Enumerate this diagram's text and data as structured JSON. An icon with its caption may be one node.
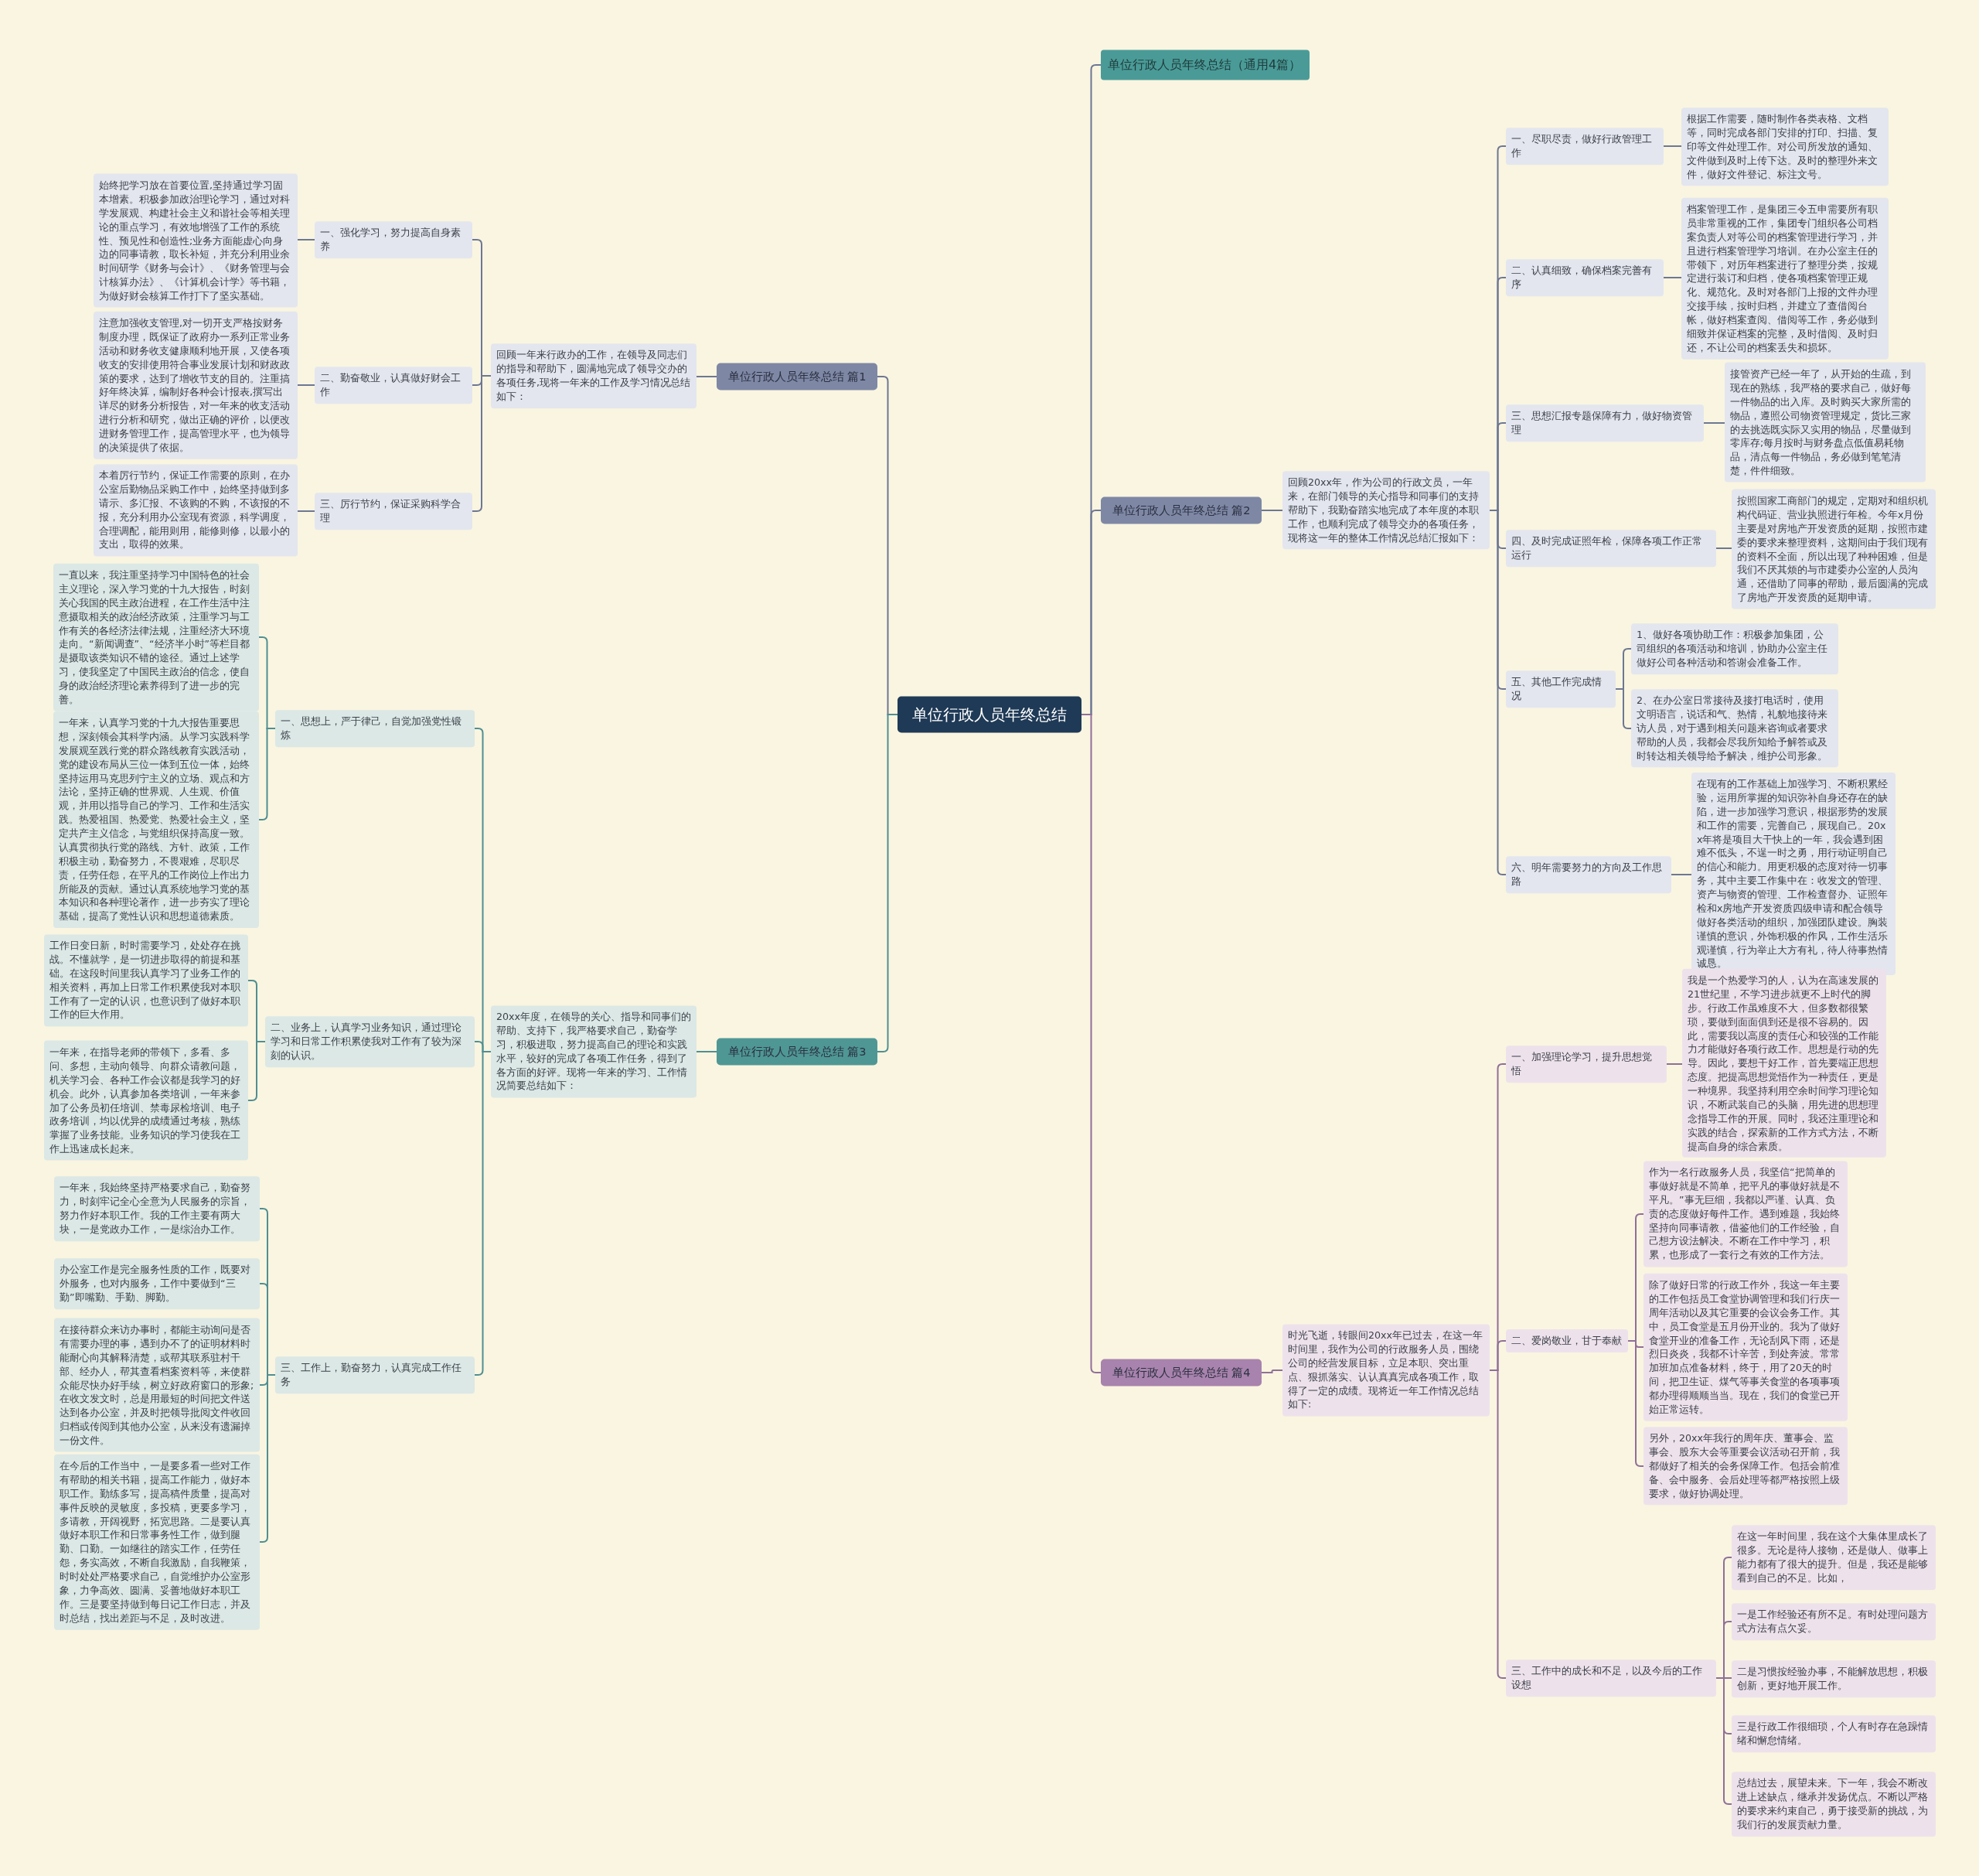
{
  "diagram": {
    "nodes": [
      {
        "text": [
          "单位行政人员年终总结"
        ]
      },
      {
        "text": [
          "单位行政人员年终总结（通用4篇）"
        ]
      },
      {
        "text": [
          "单位行政人员年终总结 篇1"
        ]
      },
      {
        "text": [
          "回顾一年来行政办的工作，在领导及同志们的指导和帮助下，圆满地完成了领导交办的各项任务,现将一年来的工作及学习情况总结如下："
        ]
      },
      {
        "text": [
          "一、强化学习，努力提高自身素养"
        ]
      },
      {
        "text": [
          "始终把学习放在首要位置,坚持通过学习固本增素。积极参加政治理论学习，通过对科学发展观、构建社会主义和谐社会等相关理论的重点学习，有效地增强了工作的系统性、预见性和创造性;业务方面能虚心向身边的同事请教，取长补短，并充分利用业余时间研学《财务与会计》、《财务管理与会计核算办法》、《计算机会计学》等书籍，为做好财会核算工作打下了坚实基础。"
        ]
      },
      {
        "text": [
          "二、勤奋敬业，认真做好财会工作"
        ]
      },
      {
        "text": [
          "注意加强收支管理,对一切开支严格按财务制度办理，既保证了政府办一系列正常业务活动和财务收支健康顺利地开展，又使各项收支的安排使用符合事业发展计划和财政政策的要求，达到了增收节支的目的。注重搞好年终决算，编制好各种会计报表,撰写出详尽的财务分析报告，对一年来的收支活动进行分析和研究，做出正确的评价，以便改进财务管理工作，提高管理水平，也为领导的决策提供了依据。"
        ]
      },
      {
        "text": [
          "三、厉行节约，保证采购科学合理"
        ]
      },
      {
        "text": [
          "本着厉行节约，保证工作需要的原则，在办公室后勤物品采购工作中，始终坚持做到多请示、多汇报、不该购的不购，不该报的不报，充分利用办公室现有资源，科学调度，合理调配，能用则用，能修则修，以最小的支出，取得的效果。"
        ]
      },
      {
        "text": [
          "单位行政人员年终总结 篇2"
        ]
      },
      {
        "text": [
          "回顾20xx年，作为公司的行政文员，一年来，在部门领导的关心指导和同事们的支持帮助下，我勤奋踏实地完成了本年度的本职工作，也顺利完成了领导交办的各项任务，现将这一年的整体工作情况总结汇报如下："
        ]
      },
      {
        "text": [
          "一、尽职尽责，做好行政管理工作"
        ]
      },
      {
        "text": [
          "根据工作需要，随时制作各类表格、文档等，同时完成各部门安排的打印、扫描、复印等文件处理工作。对公司所发放的通知、文件做到及时上传下达。及时的整理外来文件，做好文件登记、标注文号。"
        ]
      },
      {
        "text": [
          "二、认真细致，确保档案完善有序"
        ]
      },
      {
        "text": [
          "档案管理工作，是集团三令五申需要所有职员非常重视的工作，集团专门组织各公司档案负责人对等公司的档案管理进行学习，并且进行档案管理学习培训。在办公室主任的带领下，对历年档案进行了整理分类，按规定进行装订和归档，使各项档案管理正规化、规范化。及时对各部门上报的文件办理交接手续，按时归档，并建立了查借阅台帐，做好档案查阅、借阅等工作，务必做到细致并保证档案的完整，及时借阅、及时归还，不让公司的档案丢失和损坏。"
        ]
      },
      {
        "text": [
          "三、思想汇报专题保障有力，做好物资管理"
        ]
      },
      {
        "text": [
          "接管资产已经一年了，从开始的生疏，到现在的熟练，我严格的要求自己，做好每一件物品的出入库。及时购买大家所需的物品，遵照公司物资管理规定，货比三家的去挑选既实际又实用的物品，尽量做到零库存;每月按时与财务盘点低值易耗物品，清点每一件物品，务必做到笔笔清楚，件件细致。"
        ]
      },
      {
        "text": [
          "四、及时完成证照年检，保障各项工作正常运行"
        ]
      },
      {
        "text": [
          "按照国家工商部门的规定，定期对和组织机构代码证、营业执照进行年检。今年x月份主要是对房地产开发资质的延期，按照市建委的要求来整理资料，这期间由于我们现有的资料不全面，所以出现了种种困难，但是我们不厌其烦的与市建委办公室的人员沟通，还借助了同事的帮助，最后圆满的完成了房地产开发资质的延期申请。"
        ]
      },
      {
        "text": [
          "五、其他工作完成情况"
        ]
      },
      {
        "text": [
          "1、做好各项协助工作：积极参加集团，公司组织的各项活动和培训，协助办公室主任做好公司各种活动和答谢会准备工作。"
        ]
      },
      {
        "text": [
          "2、在办公室日常接待及接打电话时，使用文明语言，说话和气、热情，礼貌地接待来访人员，对于遇到相关问题来咨询或者要求帮助的人员，我都会尽我所知给予解答或及时转达相关领导给予解决，维护公司形象。"
        ]
      },
      {
        "text": [
          "六、明年需要努力的方向及工作思路"
        ]
      },
      {
        "text": [
          "在现有的工作基础上加强学习、不断积累经验，运用所掌握的知识弥补自身还存在的缺陷，进一步加强学习意识，根据形势的发展和工作的需要，完善自己，展现自己。20xx年将是项目大干快上的一年，我会遇到困难不低头，不逞一时之勇，用行动证明自己的信心和能力。用更积极的态度对待一切事务，其中主要工作集中在：收发文的管理、资产与物资的管理、工作检查督办、证照年检和x房地产开发资质四级申请和配合领导做好各类活动的组织，加强团队建设。胸装谨慎的意识，外饰积极的作风，工作生活乐观谨慎，行为举止大方有礼，待人待事热情诚恳。"
        ]
      },
      {
        "text": [
          "单位行政人员年终总结 篇3"
        ]
      },
      {
        "text": [
          "20xx年度，在领导的关心、指导和同事们的帮助、支持下，我严格要求自己，勤奋学习，积极进取，努力提高自己的理论和实践水平，较好的完成了各项工作任务，得到了各方面的好评。现将一年来的学习、工作情况简要总结如下："
        ]
      },
      {
        "text": [
          "一、思想上，严于律己，自觉加强党性锻炼"
        ]
      },
      {
        "text": [
          "一直以来，我注重坚持学习中国特色的社会主义理论，深入学习党的十九大报告，时刻关心我国的民主政治进程，在工作生活中注意摄取相关的政治经济政策，注重学习与工作有关的各经济法律法规，注重经济大环境走向。“新闻调查”、“经济半小时”等栏目都是摄取该类知识不错的途径。通过上述学习，使我坚定了中国民主政治的信念，使自身的政治经济理论素养得到了进一步的完善。"
        ]
      },
      {
        "text": [
          "一年来，认真学习党的十九大报告重要思想，深刻领会其科学内涵。从学习实践科学发展观至践行党的群众路线教育实践活动，党的建设布局从三位一体到五位一体，始终坚持运用马克思列宁主义的立场、观点和方法论，坚持正确的世界观、人生观、价值观，并用以指导自己的学习、工作和生活实践。热爱祖国、热爱党、热爱社会主义，坚定共产主义信念，与党组织保持高度一致。认真贯彻执行党的路线、方针、政策，工作积极主动，勤奋努力，不畏艰难，尽职尽责，任劳任怨，在平凡的工作岗位上作出力所能及的贡献。通过认真系统地学习党的基本知识和各种理论著作，进一步夯实了理论基础，提高了党性认识和思想道德素质。"
        ]
      },
      {
        "text": [
          "二、业务上，认真学习业务知识，通过理论学习和日常工作积累使我对工作有了较为深刻的认识。"
        ]
      },
      {
        "text": [
          "工作日变日新，时时需要学习，处处存在挑战。不懂就学，是一切进步取得的前提和基础。在这段时间里我认真学习了业务工作的相关资料，再加上日常工作积累使我对本职工作有了一定的认识，也意识到了做好本职工作的巨大作用。"
        ]
      },
      {
        "text": [
          "一年来，在指导老师的带领下，多看、多问、多想，主动向领导、向群众请教问题，机关学习会、各种工作会议都是我学习的好机会。此外，认真参加各类培训，一年来参加了公务员初任培训、禁毒尿检培训、电子政务培训，均以优异的成绩通过考核，熟练掌握了业务技能。业务知识的学习使我在工作上迅速成长起来。"
        ]
      },
      {
        "text": [
          "三、工作上，勤奋努力，认真完成工作任务"
        ]
      },
      {
        "text": [
          "一年来，我始终坚持严格要求自己，勤奋努力，时刻牢记全心全意为人民服务的宗旨，努力作好本职工作。我的工作主要有两大块，一是党政办工作，一是综治办工作。"
        ]
      },
      {
        "text": [
          "办公室工作是完全服务性质的工作，既要对外服务，也对内服务，工作中要做到“三勤”即嘴勤、手勤、脚勤。"
        ]
      },
      {
        "text": [
          "在接待群众来访办事时，都能主动询问是否有需要办理的事，遇到办不了的证明材料时能耐心向其解释清楚，或帮其联系驻村干部、经办人，帮其查看档案资料等，来使群众能尽快办好手续，树立好政府窗口的形象;在收文发文时，总是用最短的时间把文件送达到各办公室，并及时把领导批阅文件收回归档或传阅到其他办公室，从来没有遗漏掉一份文件。"
        ]
      },
      {
        "text": [
          "在今后的工作当中，一是要多看一些对工作有帮助的相关书籍，提高工作能力，做好本职工作。勤练多写，提高稿件质量，提高对事件反映的灵敏度，多投稿，更要多学习，多请教，开阔视野，拓宽思路。二是要认真做好本职工作和日常事务性工作，做到腿勤、口勤。一如继往的踏实工作，任劳任怨，务实高效，不断自我激励，自我鞭策，时时处处严格要求自己，自觉维护办公室形象，力争高效、圆满、妥善地做好本职工作。三是要坚持做到每日记工作日志，并及时总结，找出差距与不足，及时改进。"
        ]
      },
      {
        "text": [
          "单位行政人员年终总结 篇4"
        ]
      },
      {
        "text": [
          "时光飞逝，转眼间20xx年已过去，在这一年时间里，我作为公司的行政服务人员，围绕公司的经营发展目标，立足本职、突出重点、狠抓落实、认认真真完成各项工作，取得了一定的成绩。现将近一年工作情况总结如下:"
        ]
      },
      {
        "text": [
          "一、加强理论学习，提升思想觉悟"
        ]
      },
      {
        "text": [
          "我是一个热爱学习的人，认为在高速发展的21世纪里，不学习进步就更不上时代的脚步。行政工作虽难度不大，但多数都很繁琐，要做到面面俱到还是很不容易的。因此，需要我以高度的责任心和较强的工作能力才能做好各项行政工作。思想是行动的先导。因此，要想干好工作，首先要端正思想态度。把提高思想觉悟作为一种责任，更是一种境界。我坚持利用空余时间学习理论知识，不断武装自己的头脑，用先进的思想理念指导工作的开展。同时，我还注重理论和实践的结合，探索新的工作方式方法，不断提高自身的综合素质。"
        ]
      },
      {
        "text": [
          "二、爱岗敬业，甘于奉献"
        ]
      },
      {
        "text": [
          "作为一名行政服务人员，我坚信“把简单的事做好就是不简单，把平凡的事做好就是不平凡。”事无巨细，我都以严谨、认真、负责的态度做好每件工作。遇到难题，我始终坚持向同事请教，借鉴他们的工作经验，自己想方设法解决。不断在工作中学习，积累，也形成了一套行之有效的工作方法。"
        ]
      },
      {
        "text": [
          "除了做好日常的行政工作外，我这一年主要的工作包括员工食堂协调管理和我们行庆一周年活动以及其它重要的会议会务工作。其中，员工食堂是五月份开业的。我为了做好食堂开业的准备工作，无论刮风下雨，还是烈日炎炎，我都不计辛苦，到处奔波。常常加班加点准备材料，终于，用了20天的时间，把卫生证、煤气等事关食堂的各项事项都办理得顺顺当当。现在，我们的食堂已开始正常运转。"
        ]
      },
      {
        "text": [
          "另外，20xx年我行的周年庆、董事会、监事会、股东大会等重要会议活动召开前，我都做好了相关的会务保障工作。包括会前准备、会中服务、会后处理等都严格按照上级要求，做好协调处理。"
        ]
      },
      {
        "text": [
          "三、工作中的成长和不足，以及今后的工作设想"
        ]
      },
      {
        "text": [
          "在这一年时间里，我在这个大集体里成长了很多。无论是待人接物，还是做人、做事上能力都有了很大的提升。但是，我还是能够看到自己的不足。比如，"
        ]
      },
      {
        "text": [
          "一是工作经验还有所不足。有时处理问题方式方法有点欠妥。"
        ]
      },
      {
        "text": [
          "二是习惯按经验办事，不能解放思想，积极创新，更好地开展工作。"
        ]
      },
      {
        "text": [
          "三是行政工作很细琐，个人有时存在急躁情绪和懈怠情绪。"
        ]
      },
      {
        "text": [
          "总结过去，展望未来。下一年，我会不断改进上述缺点，继承并发扬优点。不断以严格的要求来约束自己，勇于接受新的挑战，为我们行的发展贡献力量。"
        ]
      }
    ],
    "edges": [
      {
        "from": 0,
        "to": 1,
        "arrow": "none"
      },
      {
        "from": 0,
        "to": 2,
        "arrow": "none"
      },
      {
        "from": 2,
        "to": 3,
        "arrow": "none"
      },
      {
        "from": 3,
        "to": 4,
        "arrow": "none"
      },
      {
        "from": 4,
        "to": 5,
        "arrow": "none"
      },
      {
        "from": 3,
        "to": 6,
        "arrow": "none"
      },
      {
        "from": 6,
        "to": 7,
        "arrow": "none"
      },
      {
        "from": 3,
        "to": 8,
        "arrow": "none"
      },
      {
        "from": 8,
        "to": 9,
        "arrow": "none"
      },
      {
        "from": 0,
        "to": 10,
        "arrow": "none"
      },
      {
        "from": 10,
        "to": 11,
        "arrow": "none"
      },
      {
        "from": 11,
        "to": 12,
        "arrow": "none"
      },
      {
        "from": 12,
        "to": 13,
        "arrow": "none"
      },
      {
        "from": 11,
        "to": 14,
        "arrow": "none"
      },
      {
        "from": 14,
        "to": 15,
        "arrow": "none"
      },
      {
        "from": 11,
        "to": 16,
        "arrow": "none"
      },
      {
        "from": 16,
        "to": 17,
        "arrow": "none"
      },
      {
        "from": 11,
        "to": 18,
        "arrow": "none"
      },
      {
        "from": 18,
        "to": 19,
        "arrow": "none"
      },
      {
        "from": 11,
        "to": 20,
        "arrow": "none"
      },
      {
        "from": 20,
        "to": 21,
        "arrow": "none"
      },
      {
        "from": 20,
        "to": 22,
        "arrow": "none"
      },
      {
        "from": 11,
        "to": 23,
        "arrow": "none"
      },
      {
        "from": 23,
        "to": 24,
        "arrow": "none"
      },
      {
        "from": 0,
        "to": 25,
        "arrow": "none",
        "color": "#4f8f92"
      },
      {
        "from": 25,
        "to": 26,
        "arrow": "none",
        "color": "#4f8f92"
      },
      {
        "from": 26,
        "to": 27,
        "arrow": "none",
        "color": "#4f8f92"
      },
      {
        "from": 27,
        "to": 28,
        "arrow": "none",
        "color": "#4f8f92"
      },
      {
        "from": 27,
        "to": 29,
        "arrow": "none",
        "color": "#4f8f92"
      },
      {
        "from": 26,
        "to": 30,
        "arrow": "none",
        "color": "#4f8f92"
      },
      {
        "from": 30,
        "to": 31,
        "arrow": "none",
        "color": "#4f8f92"
      },
      {
        "from": 30,
        "to": 32,
        "arrow": "none",
        "color": "#4f8f92"
      },
      {
        "from": 26,
        "to": 33,
        "arrow": "none",
        "color": "#4f8f92"
      },
      {
        "from": 33,
        "to": 34,
        "arrow": "none",
        "color": "#4f8f92"
      },
      {
        "from": 33,
        "to": 35,
        "arrow": "none",
        "color": "#4f8f92"
      },
      {
        "from": 33,
        "to": 36,
        "arrow": "none",
        "color": "#4f8f92"
      },
      {
        "from": 33,
        "to": 37,
        "arrow": "none",
        "color": "#4f8f92"
      },
      {
        "from": 0,
        "to": 38,
        "arrow": "none",
        "color": "#8f6f99"
      },
      {
        "from": 38,
        "to": 39,
        "arrow": "none",
        "color": "#8f6f99"
      },
      {
        "from": 39,
        "to": 40,
        "arrow": "none",
        "color": "#8f6f99"
      },
      {
        "from": 40,
        "to": 41,
        "arrow": "none",
        "color": "#8f6f99"
      },
      {
        "from": 39,
        "to": 42,
        "arrow": "none",
        "color": "#8f6f99"
      },
      {
        "from": 42,
        "to": 43,
        "arrow": "none",
        "color": "#8f6f99"
      },
      {
        "from": 42,
        "to": 44,
        "arrow": "none",
        "color": "#8f6f99"
      },
      {
        "from": 42,
        "to": 45,
        "arrow": "none",
        "color": "#8f6f99"
      },
      {
        "from": 39,
        "to": 46,
        "arrow": "none",
        "color": "#8f6f99"
      },
      {
        "from": 46,
        "to": 47,
        "arrow": "none",
        "color": "#8f6f99"
      },
      {
        "from": 46,
        "to": 48,
        "arrow": "none",
        "color": "#8f6f99"
      },
      {
        "from": 46,
        "to": 49,
        "arrow": "none",
        "color": "#8f6f99"
      },
      {
        "from": 46,
        "to": 50,
        "arrow": "none",
        "color": "#8f6f99"
      },
      {
        "from": 46,
        "to": 51,
        "arrow": "none",
        "color": "#8f6f99"
      }
    ]
  }
}
